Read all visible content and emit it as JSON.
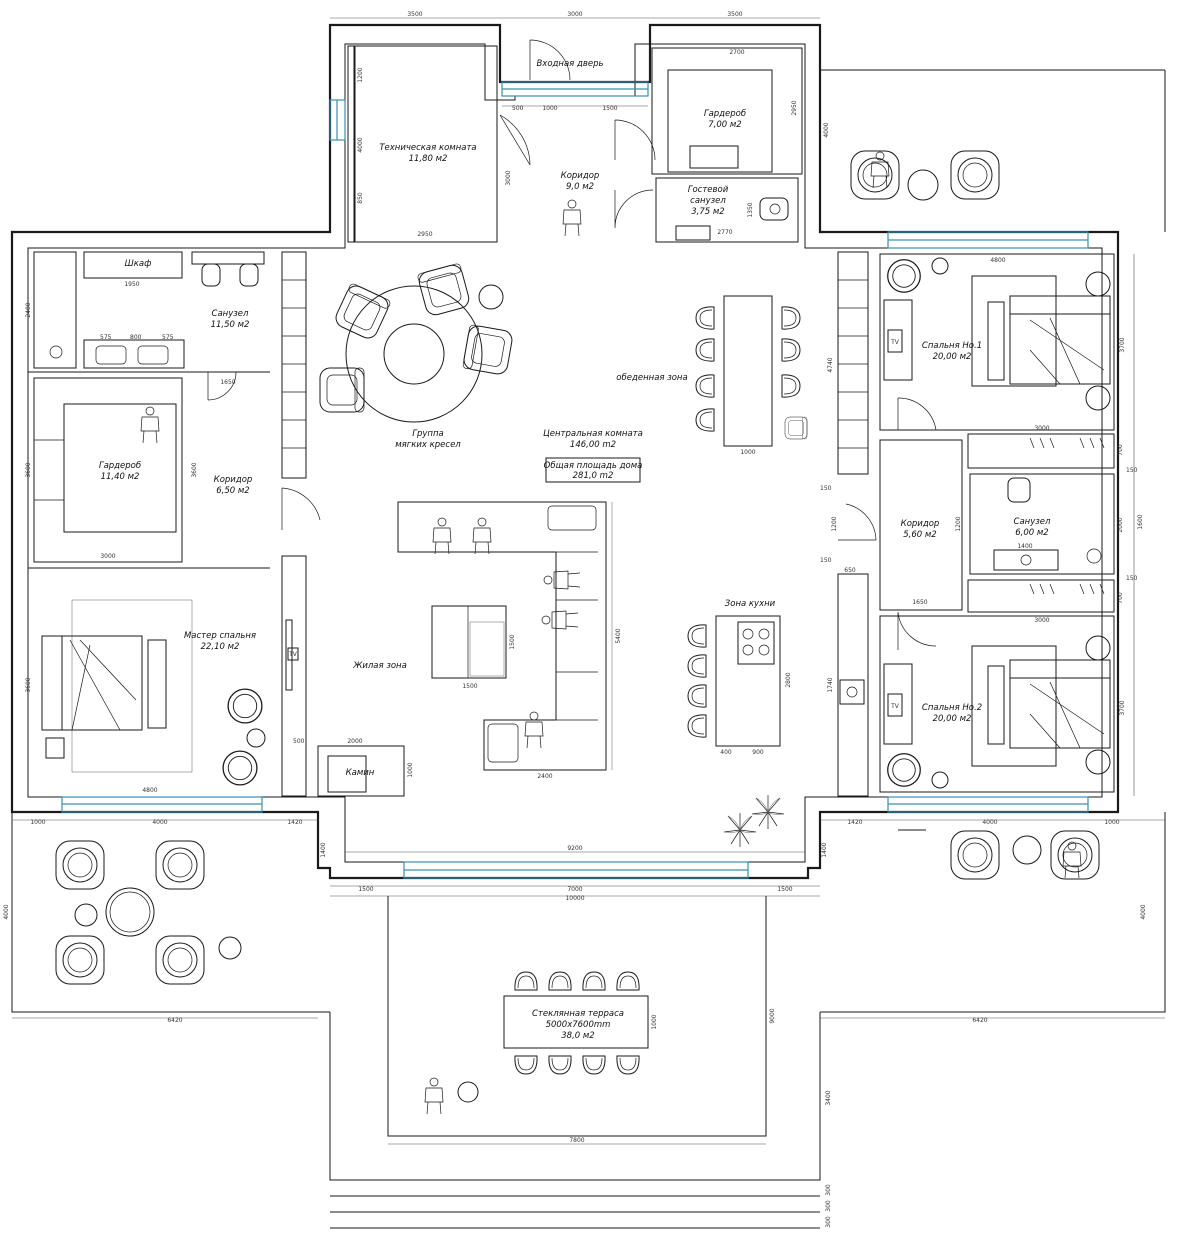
{
  "rooms": {
    "tech_name": "Техническая комната",
    "tech_area": "11,80 м2",
    "entry_label": "Входная дверь",
    "wardrobe_top_name": "Гардероб",
    "wardrobe_top_area": "7,00 м2",
    "corridor_top_name": "Коридор",
    "corridor_top_area": "9,0 м2",
    "guest_wc_name": "Гостевой",
    "guest_wc_name2": "санузел",
    "guest_wc_area": "3,75 м2",
    "closet_label": "Шкаф",
    "wc_left_name": "Санузел",
    "wc_left_area": "11,50 м2",
    "wardrobe_left_name": "Гардероб",
    "wardrobe_left_area": "11,40 м2",
    "corridor_left_name": "Коридор",
    "corridor_left_area": "6,50 м2",
    "master_name": "Мастер спальня",
    "master_area": "22,10 м2",
    "chairs_group_name": "Группа",
    "chairs_group_name2": "мягких кресел",
    "central_name": "Центральная комната",
    "central_area": "146,00 m2",
    "total_name": "Общая площадь дома",
    "total_area": "281,0 m2",
    "dining_name": "обеденная зона",
    "living_name": "Жилая зона",
    "kitchen_name": "Зона кухни",
    "fireplace_name": "Камин",
    "bed1_name": "Спальня Но.1",
    "bed1_area": "20,00 м2",
    "corridor_right_name": "Коридор",
    "corridor_right_area": "5,60 м2",
    "wc_right_name": "Санузел",
    "wc_right_area": "6,00 м2",
    "bed2_name": "Спальня Но.2",
    "bed2_area": "20,00 м2",
    "terrace_name": "Стеклянная терраса",
    "terrace_size": "5000x7600mm",
    "terrace_area": "38,0 м2",
    "tv_label": "TV"
  },
  "dims": {
    "top_3500_a": "3500",
    "top_3000": "3000",
    "top_3500_b": "3500",
    "tech_2950": "2950",
    "entry_500": "500",
    "entry_1000": "1000",
    "entry_1500": "1500",
    "ward_2700": "2700",
    "ward_2950": "2950",
    "corr_3000": "3000",
    "gwc_2770": "2770",
    "gwc_1350": "1350",
    "tech_4000": "4000",
    "tech_1200": "1200",
    "tech_850": "850",
    "right_4000": "4000",
    "closet_1950": "1950",
    "sink_575a": "575",
    "sink_800": "800",
    "sink_575b": "575",
    "wc_2400": "2400",
    "corr_1650": "1650",
    "ward_3000": "3000",
    "ward_3600": "3600",
    "corr_3600": "3600",
    "master_4800": "4800",
    "master_3600": "3600",
    "left_1000": "1000",
    "left_4000": "4000",
    "left_1420": "1420",
    "left_6420": "6420",
    "left_4000v": "4000",
    "table_1000": "1000",
    "dining_4740": "4740",
    "kitchen_2800": "2800",
    "kitchen_400": "400",
    "kitchen_900": "900",
    "kitchen_1740": "1740",
    "sofa_5400": "5400",
    "sofa_2400": "2400",
    "ottoman_1500a": "1500",
    "ottoman_1500b": "1500",
    "fire_500": "500",
    "fire_2000": "2000",
    "fire_1000": "1000",
    "center_9200": "9200",
    "bottom_1500a": "1500",
    "bottom_7000": "7000",
    "bottom_1500b": "1500",
    "bottom_10000": "10000",
    "pier_1400a": "1400",
    "pier_1400b": "1400",
    "bed1_4800": "4800",
    "bed1_3700": "3700",
    "bed2_3700": "3700",
    "cr_150a": "150",
    "cr_150b": "150",
    "cr_1200": "1200",
    "cr_650": "650",
    "cr_1650": "1650",
    "cl_3000a": "3000",
    "cl_3000b": "3000",
    "cl_700a": "700",
    "cl_700b": "700",
    "cl_150a": "150",
    "cl_150b": "150",
    "wc_1400": "1400",
    "wc_2000": "2000",
    "right_1600": "1600",
    "right_1420": "1420",
    "right_4000h": "4000",
    "right_1000": "1000",
    "right_6420": "6420",
    "right_4000v": "4000",
    "terr_7800": "7800",
    "terr_1000": "1000",
    "terr_9000": "9000",
    "terr_3400": "3400",
    "steps_300": "300"
  }
}
